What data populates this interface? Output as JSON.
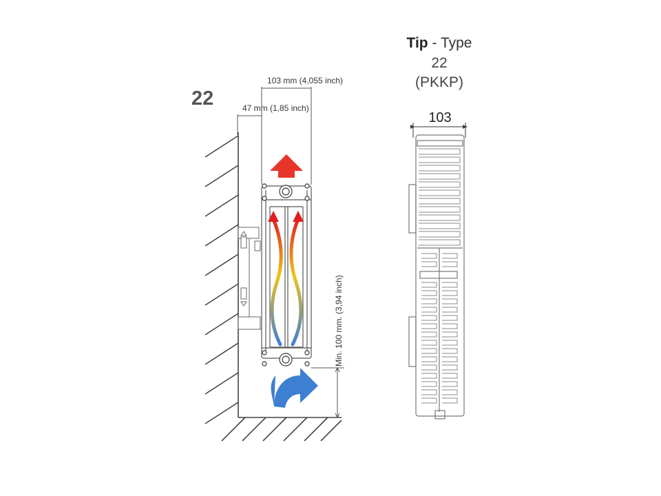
{
  "left_diagram": {
    "type_number": "22",
    "dim_total": "103 mm (4,055 inch)",
    "dim_wall_gap": "47 mm (1,85 inch)",
    "dim_floor_gap": "Min. 100 mm. (3,94 inch)"
  },
  "right_diagram": {
    "title_bold": "Tip",
    "title_sep": " - ",
    "title_rest": "Type",
    "type_number": "22",
    "type_code": "(PKKP)",
    "width_label": "103"
  },
  "colors": {
    "line": "#555555",
    "hot_arrow": "#e8352b",
    "cold_arrow": "#3d7fd1",
    "gradient_top": "#e02020",
    "gradient_mid": "#f2c21b",
    "gradient_bottom": "#3f7fd6"
  }
}
